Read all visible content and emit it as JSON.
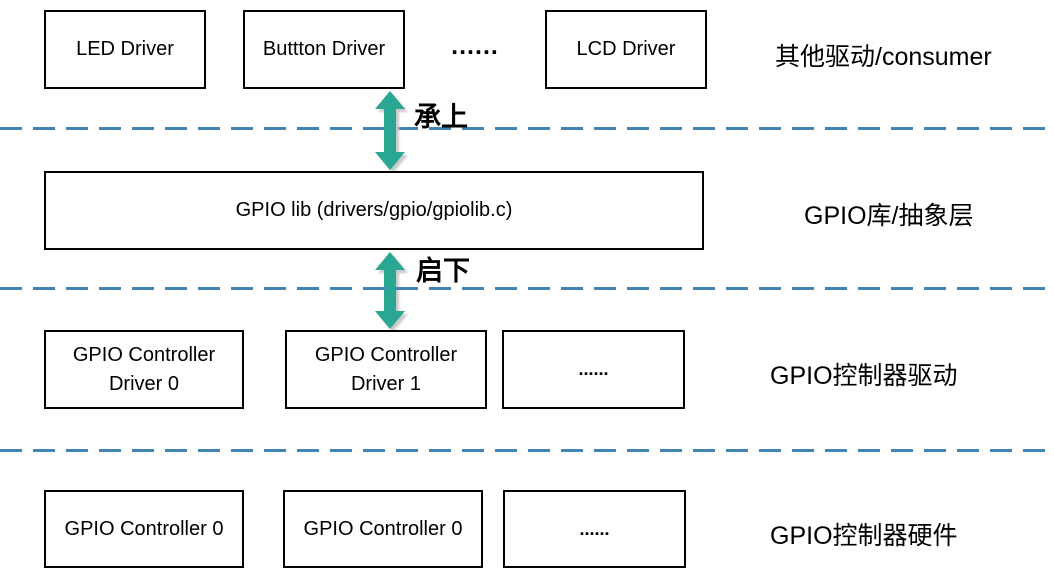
{
  "layers": {
    "consumer": {
      "boxes": {
        "led": "LED Driver",
        "button": "Buttton Driver",
        "lcd": "LCD Driver"
      },
      "ellipsis": "......",
      "label": "其他驱动/consumer"
    },
    "gpiolib": {
      "box": "GPIO lib (drivers/gpio/gpiolib.c)",
      "label": "GPIO库/抽象层"
    },
    "controller_driver": {
      "boxes": {
        "d0": "GPIO Controller Driver 0",
        "d1": "GPIO Controller Driver 1",
        "more": "......"
      },
      "label": "GPIO控制器驱动"
    },
    "controller_hw": {
      "boxes": {
        "c0": "GPIO Controller 0",
        "c1": "GPIO Controller 0",
        "more": "......"
      },
      "label": "GPIO控制器硬件"
    }
  },
  "arrows": {
    "upper_label": "承上",
    "lower_label": "启下"
  },
  "colors": {
    "arrow": "#2aa793",
    "arrow_shadow": "#c9c9c9",
    "divider": "#4484b4",
    "box_border": "#000000",
    "background": "#ffffff",
    "text": "#000000"
  }
}
